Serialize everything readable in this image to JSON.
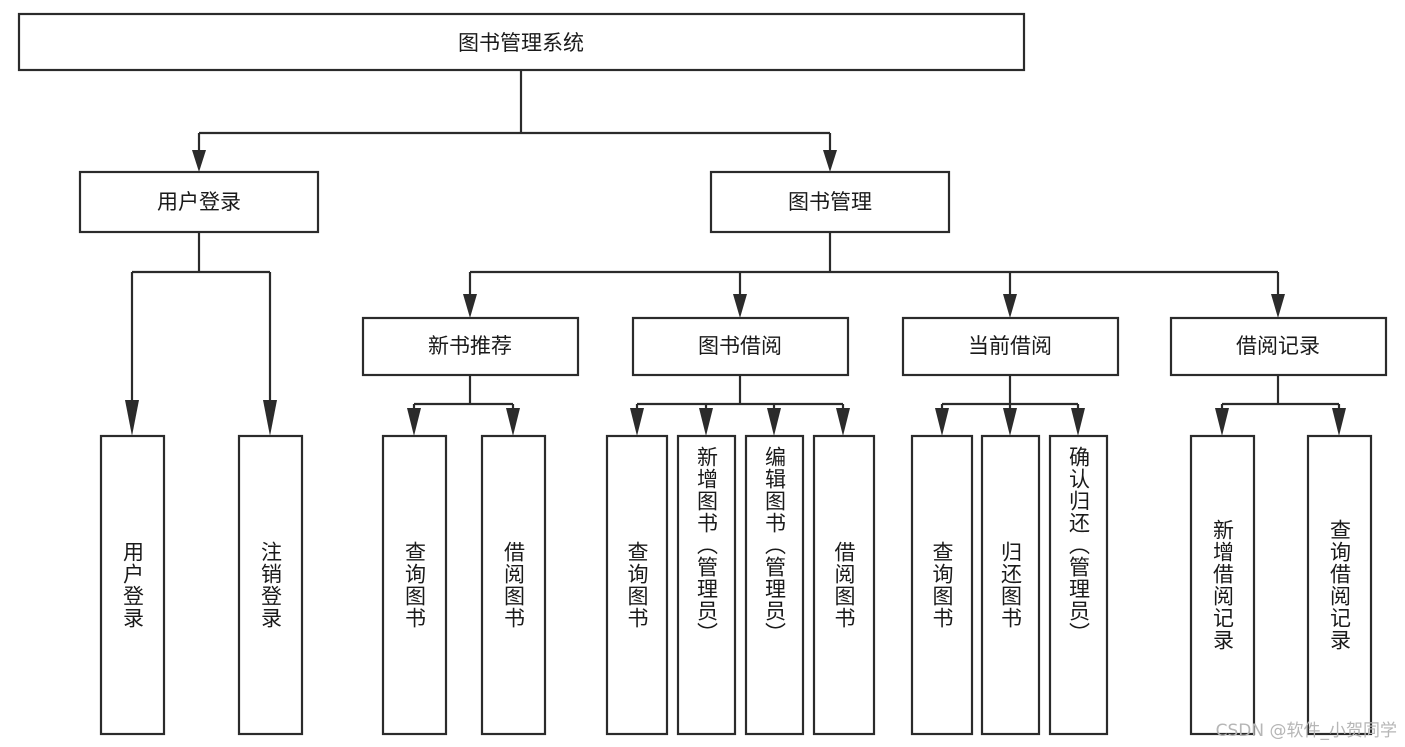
{
  "diagram": {
    "type": "tree",
    "title": "图书管理系统",
    "root": {
      "label": "图书管理系统"
    },
    "level1": [
      {
        "label": "用户登录"
      },
      {
        "label": "图书管理"
      }
    ],
    "level2": [
      {
        "label": "新书推荐",
        "parent": "图书管理"
      },
      {
        "label": "图书借阅",
        "parent": "图书管理"
      },
      {
        "label": "当前借阅",
        "parent": "图书管理"
      },
      {
        "label": "借阅记录",
        "parent": "图书管理"
      }
    ],
    "leaves": [
      {
        "label": "用户登录",
        "parent": "用户登录"
      },
      {
        "label": "注销登录",
        "parent": "用户登录"
      },
      {
        "label": "查询图书",
        "parent": "新书推荐"
      },
      {
        "label": "借阅图书",
        "parent": "新书推荐"
      },
      {
        "label": "查询图书",
        "parent": "图书借阅"
      },
      {
        "label": "新增图书（管理员）",
        "parent": "图书借阅"
      },
      {
        "label": "编辑图书（管理员）",
        "parent": "图书借阅"
      },
      {
        "label": "借阅图书",
        "parent": "图书借阅"
      },
      {
        "label": "查询图书",
        "parent": "当前借阅"
      },
      {
        "label": "归还图书",
        "parent": "当前借阅"
      },
      {
        "label": "确认归还（管理员）",
        "parent": "当前借阅"
      },
      {
        "label": "新增借阅记录",
        "parent": "借阅记录"
      },
      {
        "label": "查询借阅记录",
        "parent": "借阅记录"
      }
    ],
    "colors": {
      "stroke": "#2b2b2b",
      "fill": "#ffffff",
      "text": "#1a1a1a",
      "watermark": "#b6b6b6"
    }
  },
  "watermark": {
    "text": "CSDN @软件_小贺同学"
  }
}
